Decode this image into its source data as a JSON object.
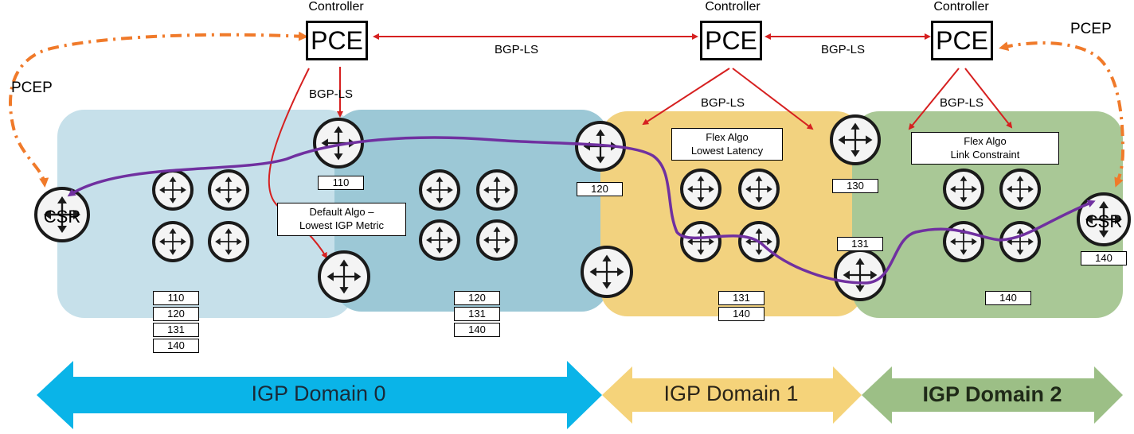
{
  "controllers": [
    {
      "label": "Controller",
      "box": "PCE"
    },
    {
      "label": "Controller",
      "box": "PCE"
    },
    {
      "label": "Controller",
      "box": "PCE"
    }
  ],
  "links": {
    "bgpls_top_1": "BGP-LS",
    "bgpls_top_2": "BGP-LS",
    "bgpls_down_1": "BGP-LS",
    "bgpls_down_2": "BGP-LS",
    "bgpls_down_3": "BGP-LS",
    "pcep_left": "PCEP",
    "pcep_right": "PCEP"
  },
  "notes": {
    "default_algo": [
      "Default Algo –",
      "Lowest IGP Metric"
    ],
    "flex_latency": [
      "Flex Algo",
      "Lowest Latency"
    ],
    "flex_link": [
      "Flex Algo",
      "Link Constraint"
    ]
  },
  "routers": {
    "csr_left": "CSR",
    "csr_right": "CSR"
  },
  "tags": {
    "r110": "110",
    "r120": "120",
    "r130": "130",
    "r131": "131",
    "r140": "140",
    "stack_domain0_left": [
      "110",
      "120",
      "131",
      "140"
    ],
    "stack_domain0_right": [
      "120",
      "131",
      "140"
    ],
    "stack_domain1": [
      "131",
      "140"
    ],
    "stack_domain2": [
      "140"
    ]
  },
  "domains": [
    {
      "label": "IGP Domain 0",
      "color": "#0ab4e8"
    },
    {
      "label": "IGP Domain 1",
      "color": "#f5d37a"
    },
    {
      "label": "IGP Domain 2",
      "color": "#9cbf86"
    }
  ],
  "colors": {
    "region_domain0_left": "#c6e0ea",
    "region_domain0_right": "#9cc8d6",
    "region_domain1": "#f2d27f",
    "region_domain2": "#a9c896",
    "bgp_arrow": "#d62020",
    "pcep_arrow": "#f07a2a",
    "path": "#7030a0"
  }
}
